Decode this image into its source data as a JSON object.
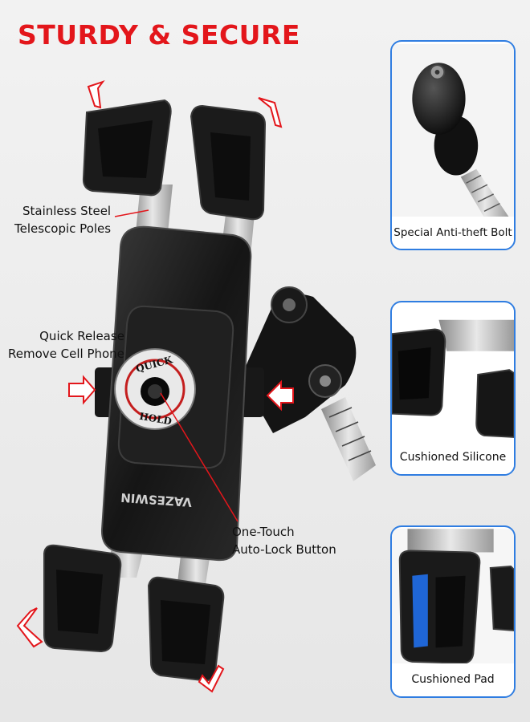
{
  "headline": "STURDY & SECURE",
  "brand_text": "VAZESWIN",
  "knob_text_top": "QUICK",
  "knob_text_bottom": "HOLD",
  "callouts": {
    "poles": [
      "Stainless Steel",
      "Telescopic Poles"
    ],
    "release": [
      "Quick Release",
      "Remove Cell Phone"
    ],
    "button": [
      "One-Touch",
      "Auto-Lock Button"
    ]
  },
  "cards": [
    {
      "caption": "Special Anti-theft Bolt"
    },
    {
      "caption": "Cushioned Silicone"
    },
    {
      "caption": "Cushioned Pad"
    }
  ],
  "colors": {
    "accent_red": "#e3161b",
    "card_border": "#2f7de1",
    "pad_blue": "#1f66d6"
  }
}
